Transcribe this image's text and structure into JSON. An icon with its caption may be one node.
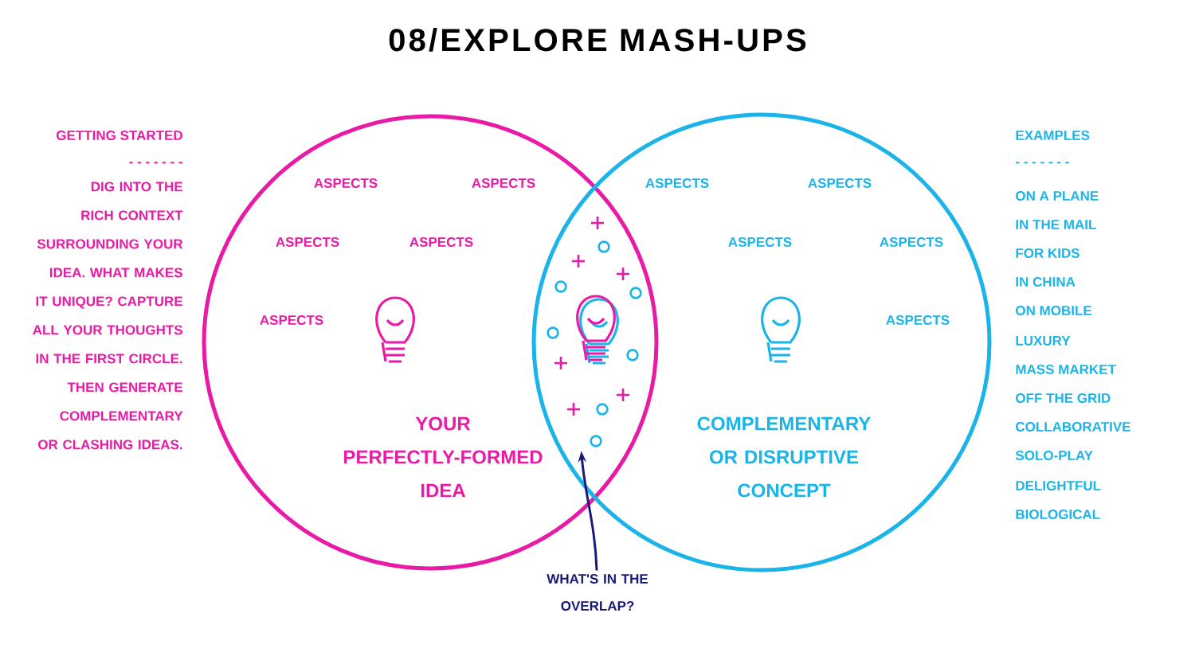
{
  "diagram": {
    "title": "08/EXPLORE MASH-UPS",
    "nodes": [
      {
        "text": [
          "YOUR PERFECTLY-FORMED IDEA"
        ]
      },
      {
        "text": [
          "COMPLEMENTARY OR DISRUPTIVE CONCEPT"
        ]
      },
      {
        "text": [
          "WHAT'S IN THE OVERLAP?"
        ]
      },
      {
        "text": [],
        "shape": "picture"
      }
    ],
    "edges": [
      {
        "from": 2,
        "to": 3,
        "arrow": "to"
      }
    ],
    "labels": [
      "GETTING STARTED",
      "- - - - - - -",
      "DIG INTO THE RICH CONTEXT SURROUNDING YOUR IDEA. WHAT MAKES IT UNIQUE? CAPTURE ALL YOUR THOUGHTS IN THE FIRST CIRCLE. THEN GENERATE COMPLEMENTARY OR CLASHING IDEAS.",
      "ASPECTS",
      "ASPECTS",
      "ASPECTS",
      "ASPECTS",
      "ASPECTS",
      "ASPECTS",
      "ASPECTS",
      "ASPECTS",
      "ASPECTS",
      "ASPECTS",
      "EXAMPLES",
      "- - - - - - -",
      "ON A PLANE",
      "IN THE MAIL",
      "FOR KIDS",
      "IN CHINA",
      "ON MOBILE",
      "LUXURY",
      "MASS MARKET",
      "OFF THE GRID",
      "COLLABORATIVE",
      "SOLO-PLAY",
      "DELIGHTFUL",
      "BIOLOGICAL"
    ]
  }
}
